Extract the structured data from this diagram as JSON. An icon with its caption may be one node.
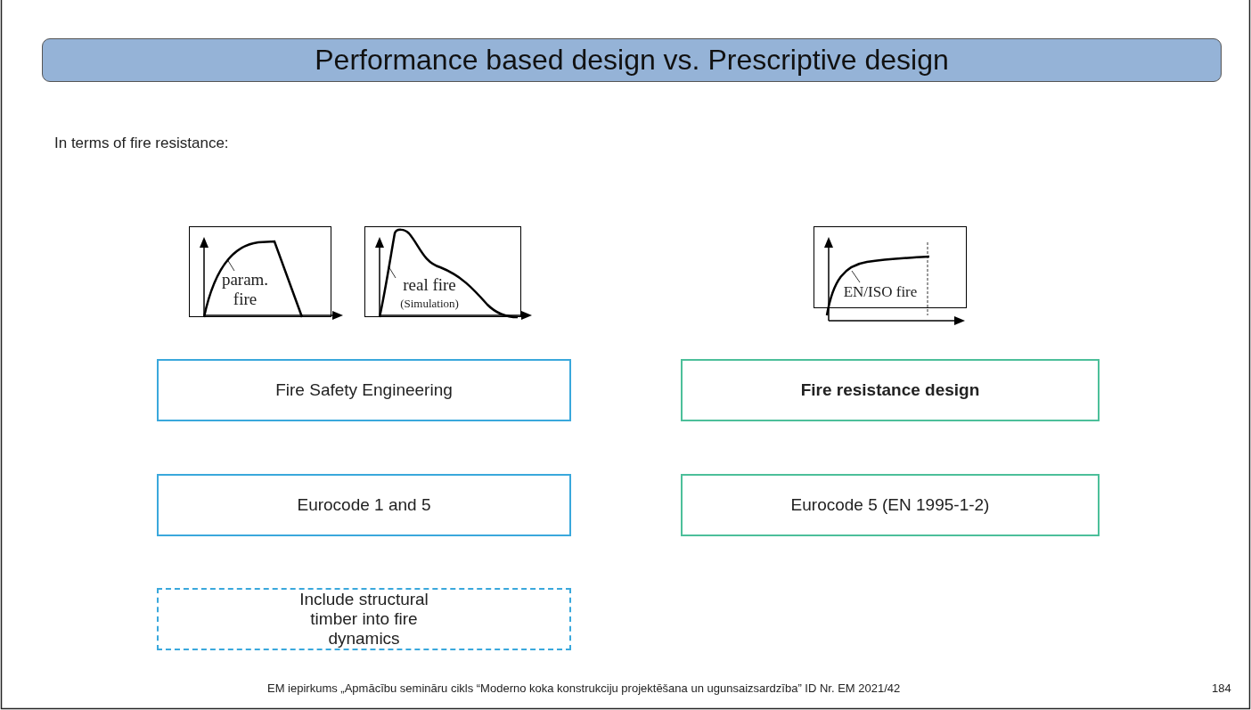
{
  "diagram": {
    "title": "Performance based design vs. Prescriptive design",
    "nodes": [
      {
        "text": [
          "param. fire"
        ]
      },
      {
        "text": [
          "real fire",
          "(Simulation)"
        ]
      },
      {
        "text": [
          "EN/ISO fire"
        ]
      },
      {
        "text": [
          "Fire Safety Engineering"
        ]
      },
      {
        "text": [
          "Fire resistance design"
        ]
      },
      {
        "text": [
          "Eurocode 1 and 5"
        ]
      },
      {
        "text": [
          "Eurocode 5 (EN 1995-1-2)"
        ]
      },
      {
        "text": [
          "Include structural timber into fire dynamics"
        ]
      }
    ],
    "edges": [],
    "labels": [
      "In terms of fire resistance:",
      "EM iepirkums „Apmācību semināru cikls “Moderno koka konstrukciju projektēšana un ugunsaizsardzība” ID Nr. EM 2021/42",
      "184"
    ]
  }
}
